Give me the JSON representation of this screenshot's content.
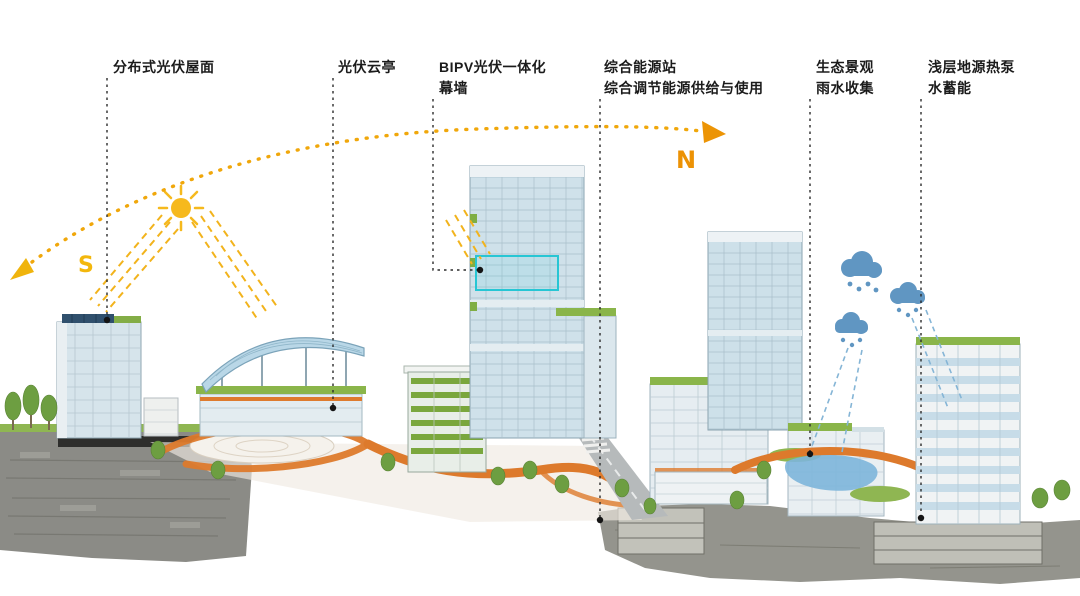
{
  "annotations": {
    "pv_roof": {
      "line1": "分布式光伏屋面"
    },
    "pv_pavilion": {
      "line1": "光伏云亭"
    },
    "bipv": {
      "line1": "BIPV光伏一体化",
      "line2": "幕墙"
    },
    "energy_station": {
      "line1": "综合能源站",
      "line2": "综合调节能源供给与使用"
    },
    "eco_landscape": {
      "line1": "生态景观",
      "line2": "雨水收集"
    },
    "heat_pump": {
      "line1": "浅层地源热泵",
      "line2": "水蓄能"
    }
  },
  "compass": {
    "south": "S",
    "north": "N"
  },
  "legend_colors": {
    "sun_path_orange": "#F0A70B",
    "sun_yellow": "#F6B91D",
    "rain_cloud_blue": "#6096C2",
    "green_roof": "#8AB54A",
    "glass_facade": "#CFE1EA",
    "pedestrian_path_orange": "#DE7B2E",
    "bipv_highlight_cyan": "#27C6D4",
    "leader_line": "#2B2B2B"
  }
}
